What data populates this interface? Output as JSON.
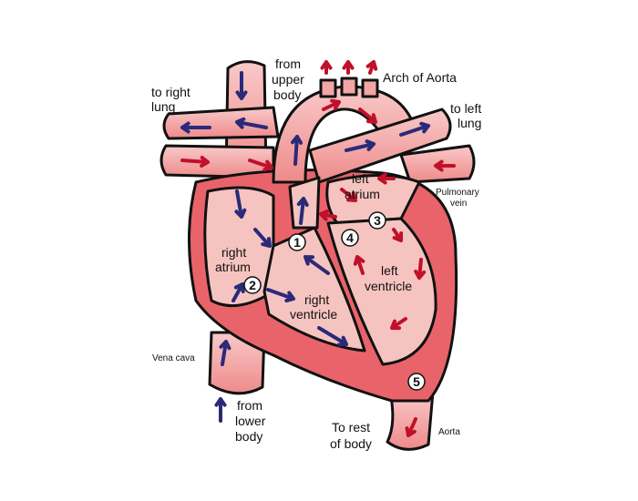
{
  "labels": {
    "from_upper_body": [
      "from",
      "upper",
      "body"
    ],
    "arch_of_aorta": "Arch of Aorta",
    "to_right_lung": [
      "to right",
      "lung"
    ],
    "to_left_lung": [
      "to left",
      "lung"
    ],
    "left_atrium": [
      "left",
      "atrium"
    ],
    "pulmonary_vein": [
      "Pulmonary",
      "vein"
    ],
    "right_atrium": [
      "right",
      "atrium"
    ],
    "right_ventricle": [
      "right",
      "ventricle"
    ],
    "left_ventricle": [
      "left",
      "ventricle"
    ],
    "vena_cava": "Vena cava",
    "from_lower_body": [
      "from",
      "lower",
      "body"
    ],
    "to_rest_of_body": [
      "To rest",
      "of body"
    ],
    "aorta": "Aorta"
  },
  "markers": [
    "1",
    "2",
    "3",
    "4",
    "5"
  ],
  "colors": {
    "tissue": "#e8646a",
    "chamber": "#f6c4c0",
    "vessel": "#f4a5a5",
    "deoxygenated_arrow": "#2a2a7a",
    "oxygenated_arrow": "#c0102a"
  }
}
